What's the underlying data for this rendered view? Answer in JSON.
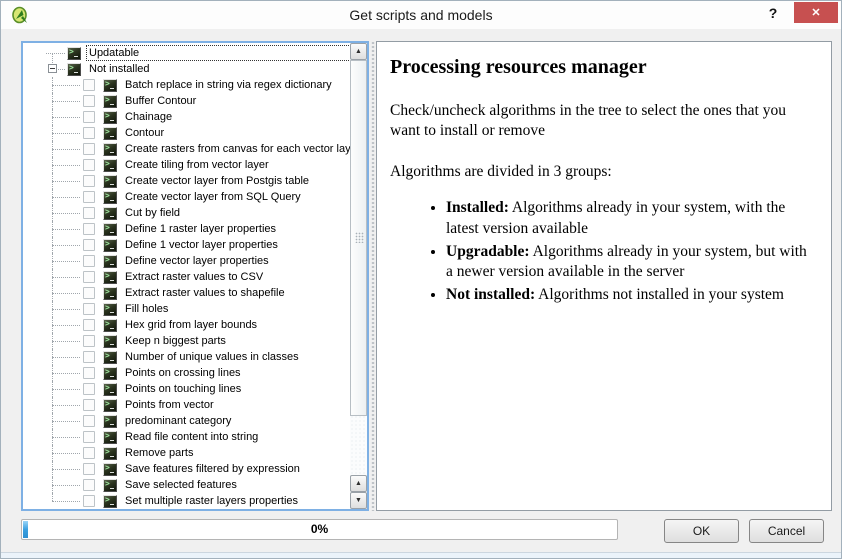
{
  "window": {
    "title": "Get scripts and models"
  },
  "icons": {
    "help": "?",
    "close": "✕",
    "scroll_up": "▲",
    "scroll_down": "▼",
    "app": "qgis-logo"
  },
  "tree": {
    "groups": [
      {
        "label": "Updatable",
        "expanded": false,
        "selected": true,
        "children": []
      },
      {
        "label": "Not installed",
        "expanded": true,
        "selected": false,
        "children": [
          "Batch replace in string via regex dictionary",
          "Buffer Contour",
          "Chainage",
          "Contour",
          "Create rasters from canvas for each vector laye...",
          "Create tiling from vector layer",
          "Create vector layer from Postgis table",
          "Create vector layer from SQL Query",
          "Cut by field",
          "Define 1 raster layer properties",
          "Define 1 vector layer properties",
          "Define vector layer properties",
          "Extract raster values to CSV",
          "Extract raster values to shapefile",
          "Fill holes",
          "Hex grid from layer bounds",
          "Keep n biggest parts",
          "Number of unique values in classes",
          "Points on crossing lines",
          "Points on touching lines",
          "Points from vector",
          "predominant category",
          "Read file content into string",
          "Remove parts",
          "Save features filtered by expression",
          "Save selected features",
          "Set multiple raster layers properties"
        ]
      }
    ]
  },
  "info_panel": {
    "title": "Processing resources manager",
    "intro": "Check/uncheck algorithms in the tree to select the ones that you want to install or remove",
    "groups_intro": "Algorithms are divided in 3 groups:",
    "groups_list": [
      {
        "term": "Installed:",
        "description": "Algorithms already in your system, with the latest version available"
      },
      {
        "term": "Upgradable:",
        "description": "Algorithms already in your system, but with a newer version available in the server"
      },
      {
        "term": "Not installed:",
        "description": "Algorithms not installed in your system"
      }
    ]
  },
  "footer": {
    "progress_label": "0%",
    "progress_percent": 0,
    "ok_label": "OK",
    "cancel_label": "Cancel"
  },
  "colors": {
    "close_button": "#c75050",
    "focus_border": "#7eb0e4",
    "progress_fill": "#3aa0e0"
  }
}
